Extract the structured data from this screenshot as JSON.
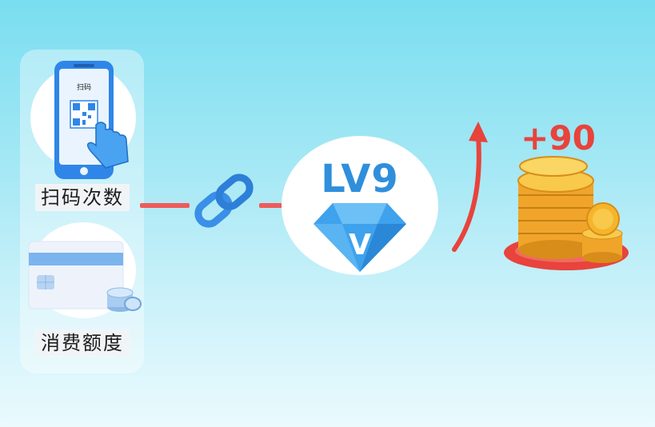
{
  "left_panel": {
    "phone_screen_title": "扫码",
    "scan_label": "扫码次数",
    "spend_label": "消费额度"
  },
  "level": {
    "text": "LV9",
    "badge_letter": "V"
  },
  "reward": {
    "text": "+90"
  },
  "colors": {
    "accent_red": "#e8433c",
    "level_blue": "#2f8fdc",
    "diamond_blue": "#3fa2ec",
    "coin_gold": "#f5b52b"
  }
}
